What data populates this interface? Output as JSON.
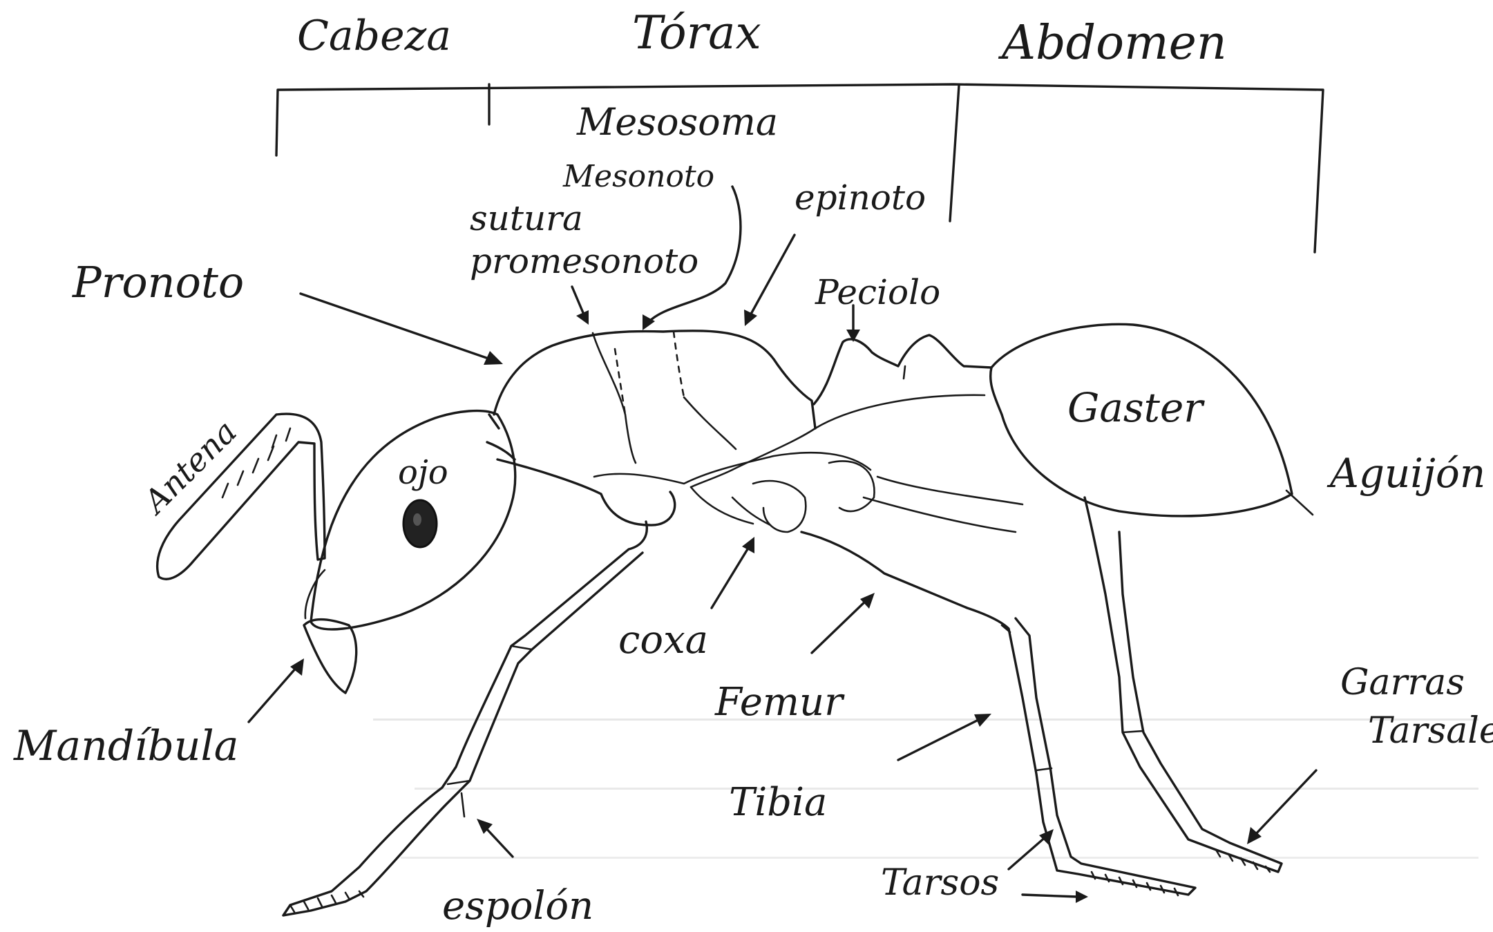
{
  "regions": {
    "head": "Cabeza",
    "thorax": "Tórax",
    "abdomen": "Abdomen",
    "mesosoma": "Mesosoma"
  },
  "labels": {
    "mesonoto": "Mesonoto",
    "sutura_line1": "sutura",
    "sutura_line2": "promesonoto",
    "epinoto": "epinoto",
    "pronoto": "Pronoto",
    "peciolo": "Peciolo",
    "gaster": "Gaster",
    "antena": "Antena",
    "ojo": "ojo",
    "aguijon": "Aguijón",
    "coxa": "coxa",
    "femur": "Femur",
    "garras_line1": "Garras",
    "garras_line2": "Tarsales",
    "mandibula": "Mandíbula",
    "tibia": "Tibia",
    "tarsos": "Tarsos",
    "espolon": "espolón"
  }
}
